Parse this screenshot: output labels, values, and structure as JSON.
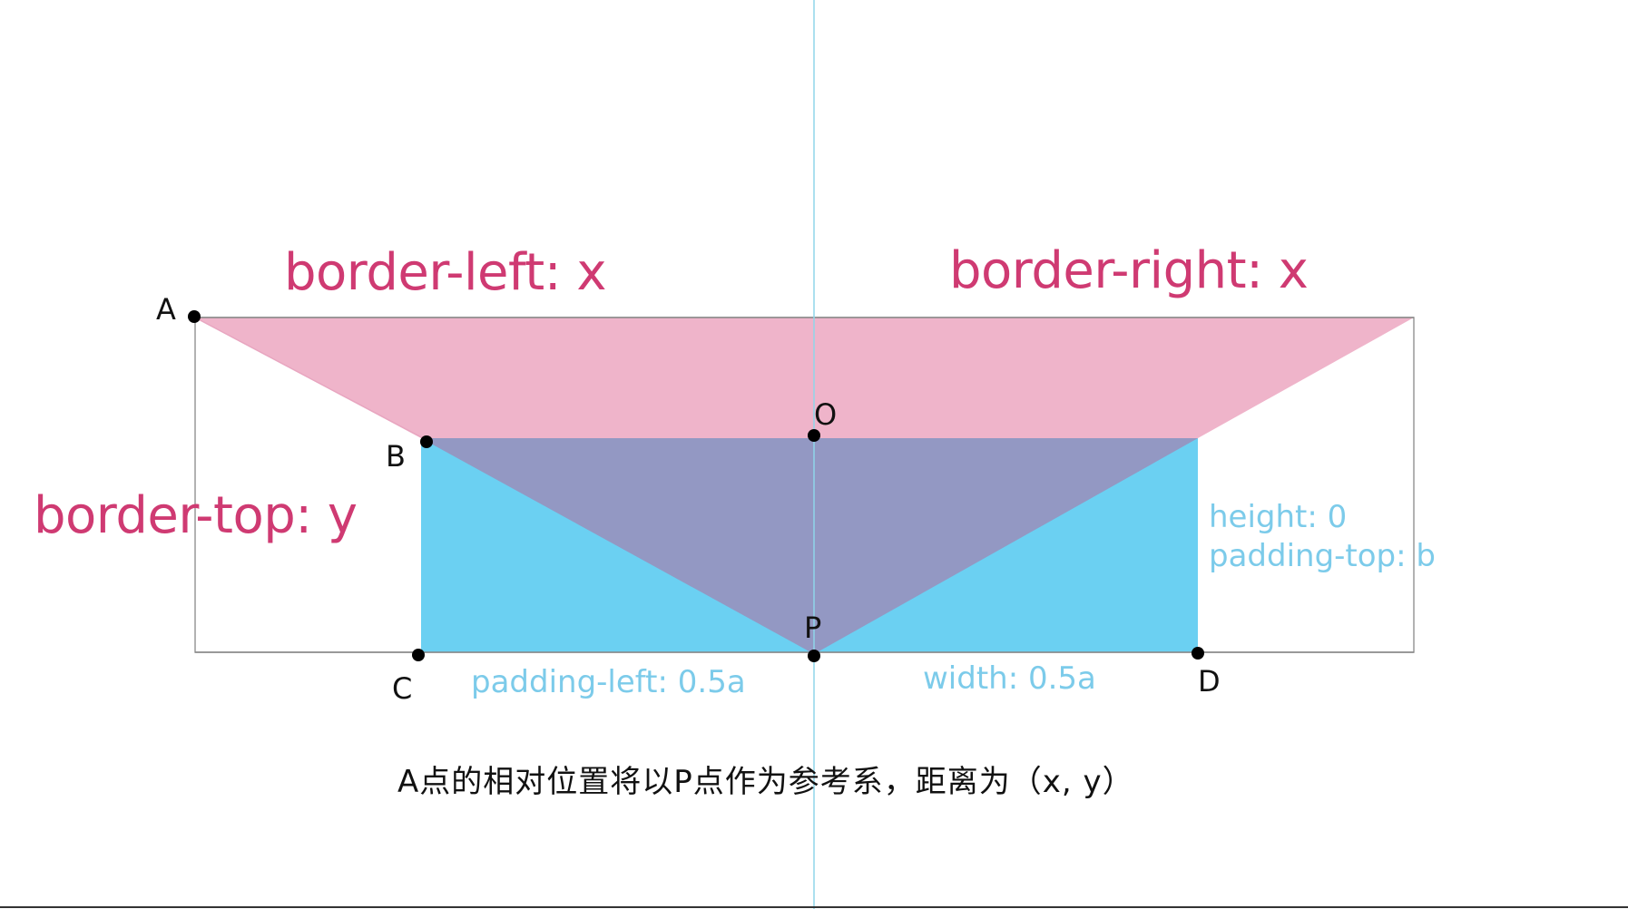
{
  "colors": {
    "pink_fill": "#efb4ca",
    "blue_fill": "#6bd0f2",
    "overlap_fill": "#9398c3",
    "pink_text": "#cf3a72",
    "blue_text": "#7ccbea",
    "guide_line": "#8fd6ea",
    "outline": "#999999"
  },
  "labels": {
    "border_left": "border-left: x",
    "border_right": "border-right: x",
    "border_top": "border-top: y",
    "height": "height: 0",
    "padding_top": "padding-top: b",
    "padding_left": "padding-left: 0.5a",
    "width": "width: 0.5a"
  },
  "points": {
    "A": "A",
    "B": "B",
    "C": "C",
    "D": "D",
    "O": "O",
    "P": "P"
  },
  "caption": "A点的相对位置将以P点作为参考系，距离为（x, y）"
}
